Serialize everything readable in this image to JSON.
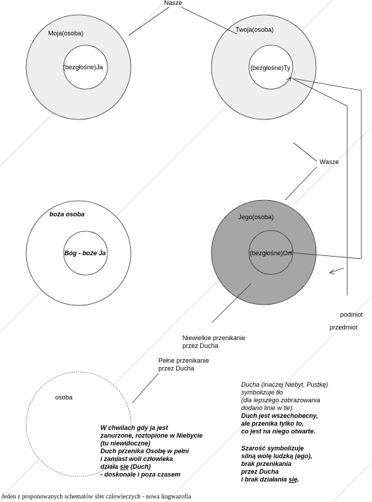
{
  "labels": {
    "nasze": "Nasze",
    "moja_osoba": "Moja(osoba)",
    "bezgl_ja": "(bezgłośne)Ja",
    "twoja_osoba": "Twoja(osoba)",
    "bezgl_ty": "(bezgłośne)Ty",
    "wasze": "Wasze",
    "boza_osoba": "boża osoba",
    "bog_boze_ja": "Bóg - boże Ja",
    "jego_osoba": "Jego(osoba)",
    "bezgl_on": "(bezgłośne)On",
    "podmiot": "podmiot",
    "przedmiot": "przedmiot",
    "niewielkie_1": "Niewielkie przenikanie",
    "niewielkie_2": "przez Ducha",
    "pelne_1": "Pełne przenikanie",
    "pelne_2": "przez Ducha",
    "osoba": "osoba"
  },
  "left_note": {
    "line1": "W chwilach gdy ja jest",
    "line2": "zanurzone, roztopione w Niebycie",
    "line3": "(tu niewidoczne)",
    "line4": "Duch przenika Osobę w pełni",
    "line5": "i zamiast woli człowieka",
    "line6_pre": "działa ",
    "line6_sie": "się",
    "line6_post": " (Duch)",
    "line7": "- doskonale i poza czasem"
  },
  "right_note": {
    "line1": "Ducha (inaczej Niebyt, Pustkę)",
    "line2": "symbolizuje tło",
    "line3": "(dla lepszego zobrazowania",
    "line4": "dodano linie w tle).",
    "line5": "Duch jest wszechobecny,",
    "line6": "ale przenika tylko to,",
    "line7": "co jest na niego otwarte.",
    "line8": "Szarość symbolizuje",
    "line9": "silną wolę ludzką (ego),",
    "line10": "brak przenikania",
    "line11": "przez Ducha",
    "line12_pre": "i brak działania ",
    "line12_sie": "się",
    "line12_post": "."
  },
  "caption": "Jeden z proponowanych schematów sfer człowieczych - nowa lingwazofia",
  "colors": {
    "light_fill": "#eeeeee",
    "dark_fill": "#a6a6a6",
    "background_lines": "#c8c8c8"
  }
}
